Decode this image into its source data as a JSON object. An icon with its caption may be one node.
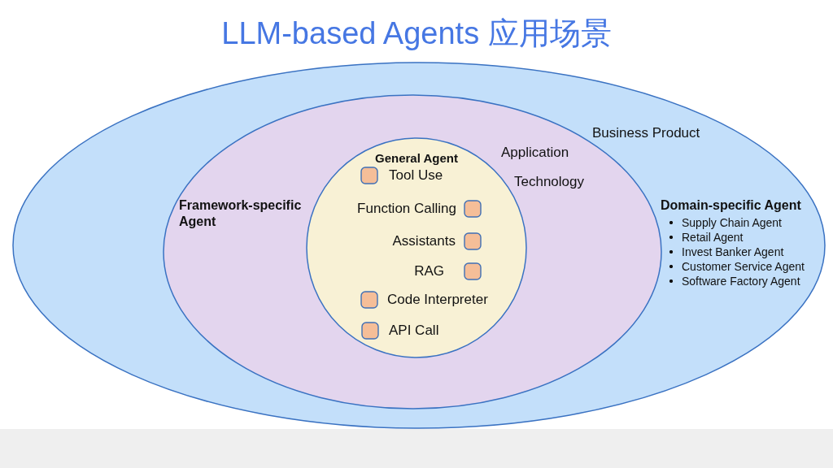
{
  "diagram": {
    "title": "LLM-based Agents 应用场景",
    "nodes": [
      {
        "text": [
          "Business Product",
          "Domain-specific Agent",
          "Supply Chain Agent",
          "Retail Agent",
          "Invest Banker Agent",
          "Customer Service Agent",
          "Software Factory Agent"
        ]
      },
      {
        "text": [
          "Application",
          "Framework-specific Agent"
        ],
        "in": 0
      },
      {
        "text": [
          "Technology",
          "General Agent",
          "Tool Use",
          "Function Calling",
          "Assistants",
          "RAG",
          "Code Interpreter",
          "API Call"
        ],
        "in": 1
      }
    ]
  }
}
